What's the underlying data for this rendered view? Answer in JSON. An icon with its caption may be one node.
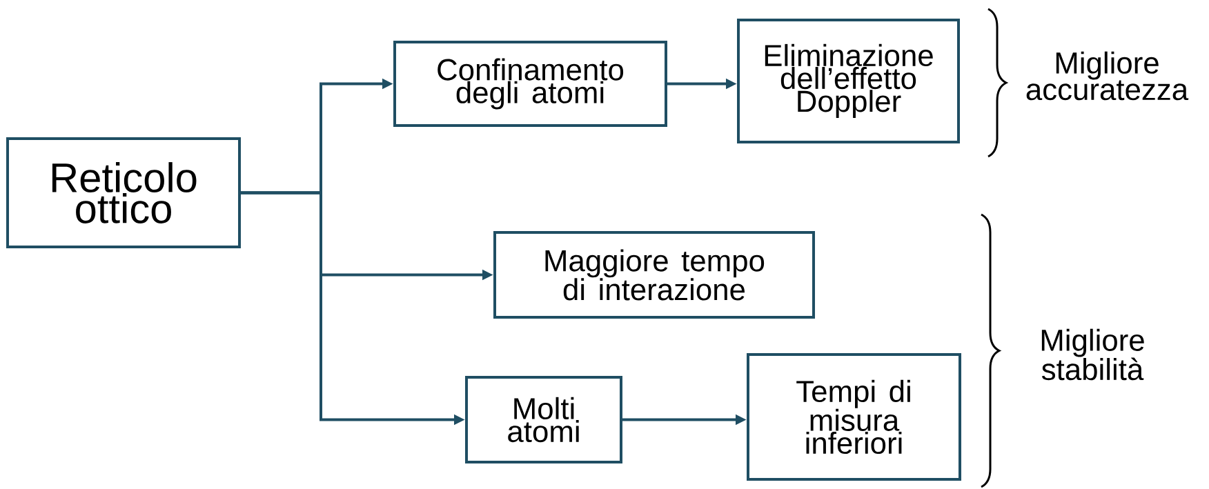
{
  "diagram": {
    "nodes": [
      {
        "text": [
          "Reticolo ottico"
        ]
      },
      {
        "text": [
          "Confinamento degli atomi"
        ]
      },
      {
        "text": [
          "Eliminazione dell’effetto Doppler"
        ]
      },
      {
        "text": [
          "Maggiore tempo di interazione"
        ]
      },
      {
        "text": [
          "Molti atomi"
        ]
      },
      {
        "text": [
          "Tempi di misura inferiori"
        ]
      }
    ],
    "edges": [
      {
        "from": 0,
        "to": 1,
        "arrow": "to"
      },
      {
        "from": 0,
        "to": 3,
        "arrow": "to"
      },
      {
        "from": 0,
        "to": 4,
        "arrow": "to"
      },
      {
        "from": 1,
        "to": 2,
        "arrow": "to"
      },
      {
        "from": 4,
        "to": 5,
        "arrow": "to"
      }
    ],
    "labels": [
      "Migliore accuratezza",
      "Migliore stabilità"
    ]
  }
}
